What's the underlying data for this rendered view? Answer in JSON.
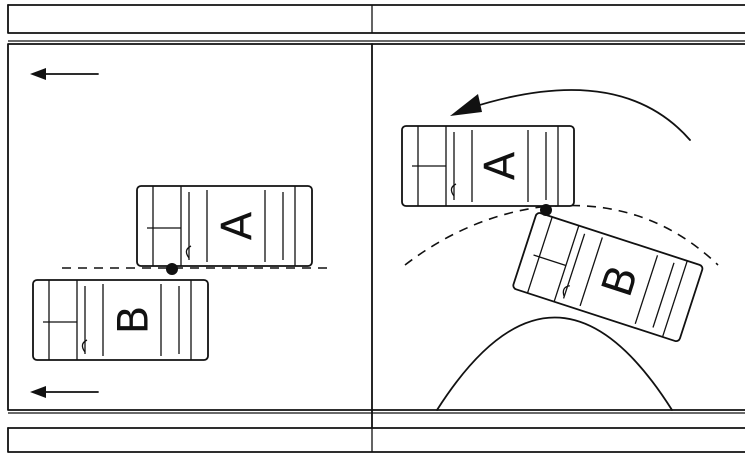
{
  "panels": [
    {
      "id": "left",
      "cars": [
        {
          "label": "A"
        },
        {
          "label": "B"
        }
      ]
    },
    {
      "id": "right",
      "cars": [
        {
          "label": "A"
        },
        {
          "label": "B"
        }
      ]
    }
  ],
  "icons": [
    "arrow-left-icon",
    "curved-arrow-icon",
    "impact-point-icon"
  ]
}
